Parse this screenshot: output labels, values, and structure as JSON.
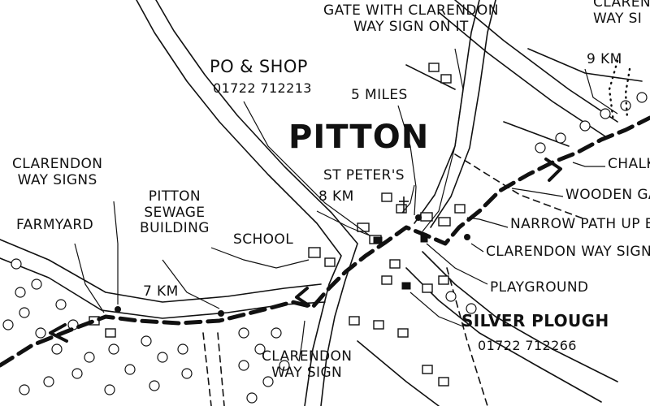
{
  "map": {
    "village_name": "PITTON",
    "labels": {
      "po_shop": "PO & SHOP",
      "po_shop_phone": "01722 712213",
      "gate_sign": "GATE WITH CLARENDON\nWAY SIGN ON IT",
      "five_miles": "5 MILES",
      "nine_km": "9 KM",
      "st_peters": "ST PETER'S",
      "eight_km": "8 KM",
      "clarendon_way_signs_left": "CLARENDON\nWAY SIGNS",
      "farmyard": "FARMYARD",
      "pitton_sewage": "PITTON\nSEWAGE\nBUILDING",
      "school": "SCHOOL",
      "seven_km": "7 KM",
      "clarendon_way_sign_bottom": "CLARENDON\nWAY SIGN",
      "silver_plough": "SILVER PLOUGH",
      "silver_plough_phone": "01722 712266",
      "playground": "PLAYGROUND",
      "clarendon_way_signs_right": "CLARENDON WAY SIGNS",
      "narrow_path": "NARROW PATH UP B",
      "wooden_gate": "WOODEN GA",
      "chalk": "CHALK",
      "clarendon_way_top_right": "CLARENDON\nWAY SI"
    },
    "colors": {
      "ink": "#111111",
      "background": "#ffffff"
    }
  }
}
